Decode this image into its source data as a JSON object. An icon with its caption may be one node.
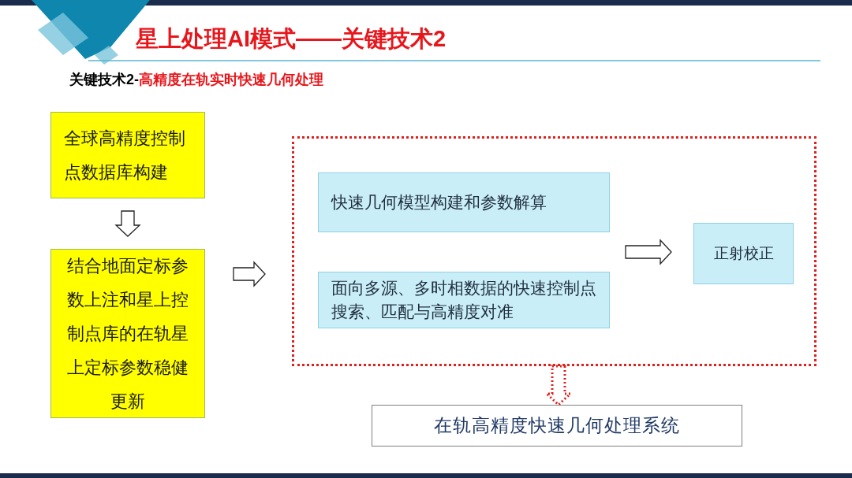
{
  "diagram": {
    "title": "星上处理AI模式——关键技术2",
    "nodes": [
      {
        "text": [
          "全球高精度控制点数据库构建"
        ]
      },
      {
        "text": [
          "结合地面定标参数上注和星上控制点库的在轨星上定标参数稳健更新"
        ]
      },
      {
        "text": [],
        "shape": "box"
      },
      {
        "text": [
          "快速几何模型构建和参数解算"
        ],
        "in": 2
      },
      {
        "text": [
          "面向多源、多时相数据的快速控制点搜索、匹配与高精度对准"
        ],
        "in": 2
      },
      {
        "text": [
          "正射校正"
        ],
        "in": 2
      },
      {
        "text": [
          "在轨高精度快速几何处理系统"
        ]
      }
    ],
    "edges": [
      {
        "from": 0,
        "to": 1,
        "arrow": "to"
      },
      {
        "from": 1,
        "to": 2,
        "arrow": "to"
      },
      {
        "from": null,
        "to": 5,
        "arrow": "to"
      },
      {
        "from": 2,
        "to": 6,
        "arrow": "to",
        "style": "dashed",
        "color": "#e0201c"
      }
    ],
    "labels": [
      "关键技术2-",
      "高精度在轨实时快速几何处理"
    ]
  }
}
